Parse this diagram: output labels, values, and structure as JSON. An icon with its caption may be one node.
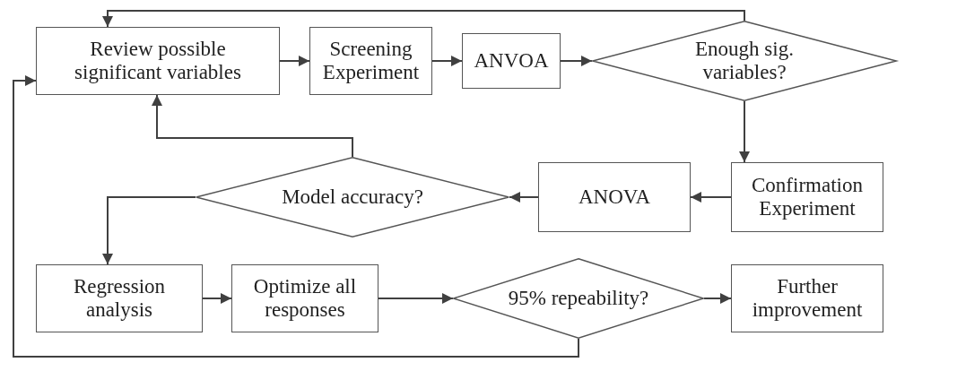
{
  "diagram": {
    "nodes": [
      {
        "text": [
          "Review possible significant variables"
        ]
      },
      {
        "text": [
          "Screening Experiment"
        ]
      },
      {
        "text": [
          "ANVOA"
        ]
      },
      {
        "text": [
          "Enough sig. variables?"
        ]
      },
      {
        "text": [
          "Confirmation Experiment"
        ]
      },
      {
        "text": [
          "ANOVA"
        ]
      },
      {
        "text": [
          "Model accuracy?"
        ]
      },
      {
        "text": [
          "Regression analysis"
        ]
      },
      {
        "text": [
          "Optimize all responses"
        ]
      },
      {
        "text": [
          "95% repeability?"
        ]
      },
      {
        "text": [
          "Further improvement"
        ]
      }
    ],
    "edges": [
      {
        "from": 0,
        "to": 1,
        "arrow": "to"
      },
      {
        "from": 1,
        "to": 2,
        "arrow": "to"
      },
      {
        "from": 2,
        "to": 3,
        "arrow": "to"
      },
      {
        "from": 3,
        "to": 0,
        "arrow": "to"
      },
      {
        "from": 3,
        "to": 4,
        "arrow": "to"
      },
      {
        "from": 4,
        "to": 5,
        "arrow": "to"
      },
      {
        "from": 5,
        "to": 6,
        "arrow": "to"
      },
      {
        "from": 6,
        "to": 7,
        "arrow": "to"
      },
      {
        "from": 6,
        "to": 0,
        "arrow": "to"
      },
      {
        "from": 7,
        "to": 8,
        "arrow": "to"
      },
      {
        "from": 8,
        "to": 9,
        "arrow": "to"
      },
      {
        "from": 9,
        "to": 10,
        "arrow": "to"
      },
      {
        "from": 9,
        "to": 0,
        "arrow": "to"
      }
    ]
  }
}
